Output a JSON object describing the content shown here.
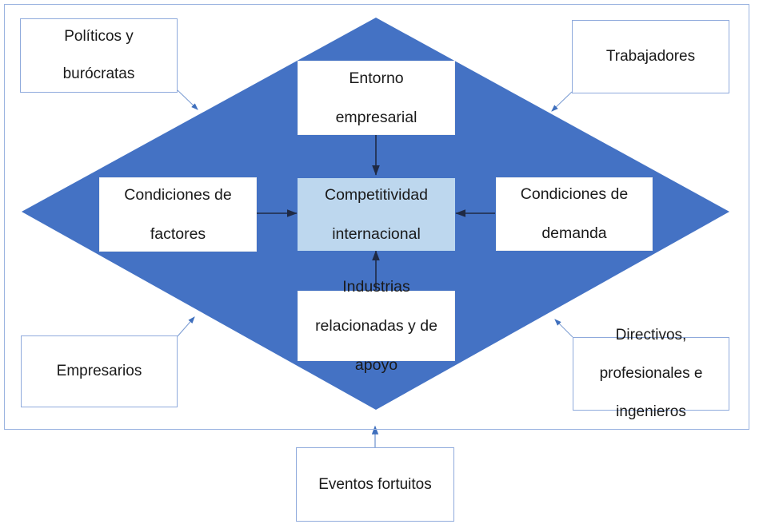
{
  "diagram": {
    "title_text": "",
    "colors": {
      "diamond_fill": "#4472c4",
      "focus_fill": "#bdd7ee",
      "callout_border": "#8faadc",
      "frame_border": "#9ab3e0",
      "arrow_dark": "#1f2a44",
      "arrow_light": "#7f9fd4",
      "text": "#1a1a1a",
      "box_fill": "#ffffff"
    },
    "shapes": {
      "diamond_name": "diamond-shape",
      "frame_name": "outer-frame"
    },
    "center": {
      "label": "Competitividad internacional",
      "line1": "Competitividad",
      "line2": "internacional"
    },
    "determinants": [
      {
        "id": "entorno",
        "label": "Entorno empresarial",
        "line1": "Entorno",
        "line2": "empresarial",
        "position": "top"
      },
      {
        "id": "factores",
        "label": "Condiciones de factores",
        "line1": "Condiciones de",
        "line2": "factores",
        "position": "left"
      },
      {
        "id": "demanda",
        "label": "Condiciones de demanda",
        "line1": "Condiciones de",
        "line2": "demanda",
        "position": "right"
      },
      {
        "id": "industrias",
        "label": "Industrias relacionadas y de apoyo",
        "line1": "Industrias",
        "line2": "relacionadas y de",
        "line3": "apoyo",
        "position": "bottom"
      }
    ],
    "callouts": [
      {
        "id": "politicos",
        "label": "Políticos y burócratas",
        "line1": "Políticos y",
        "line2": "burócratas",
        "position": "top-left"
      },
      {
        "id": "trabajadores",
        "label": "Trabajadores",
        "line1": "Trabajadores",
        "position": "top-right"
      },
      {
        "id": "empresarios",
        "label": "Empresarios",
        "line1": "Empresarios",
        "position": "bottom-left"
      },
      {
        "id": "directivos",
        "label": "Directivos, profesionales e ingenieros",
        "line1": "Directivos,",
        "line2": "profesionales e",
        "line3": "ingenieros",
        "position": "bottom-right"
      }
    ],
    "external": [
      {
        "id": "eventos",
        "label": "Eventos fortuitos",
        "line1": "Eventos fortuitos",
        "position": "below-frame"
      }
    ],
    "connectors": [
      {
        "id": "entorno-to-center",
        "from": "entorno",
        "to": "center",
        "style": "solid-arrow-dark"
      },
      {
        "id": "factores-to-center",
        "from": "factores",
        "to": "center",
        "style": "solid-arrow-dark"
      },
      {
        "id": "demanda-to-center",
        "from": "demanda",
        "to": "center",
        "style": "solid-arrow-dark"
      },
      {
        "id": "industrias-to-center",
        "from": "industrias",
        "to": "center",
        "style": "solid-arrow-dark"
      },
      {
        "id": "politicos-to-diamond",
        "from": "politicos",
        "to": "diamond",
        "style": "thin-arrow-light"
      },
      {
        "id": "trabajadores-to-diamond",
        "from": "trabajadores",
        "to": "diamond",
        "style": "thin-arrow-light"
      },
      {
        "id": "empresarios-to-diamond",
        "from": "empresarios",
        "to": "diamond",
        "style": "thin-arrow-light"
      },
      {
        "id": "directivos-to-diamond",
        "from": "directivos",
        "to": "diamond",
        "style": "thin-arrow-light"
      },
      {
        "id": "eventos-to-frame",
        "from": "eventos",
        "to": "frame",
        "style": "thin-arrow-light"
      }
    ]
  }
}
